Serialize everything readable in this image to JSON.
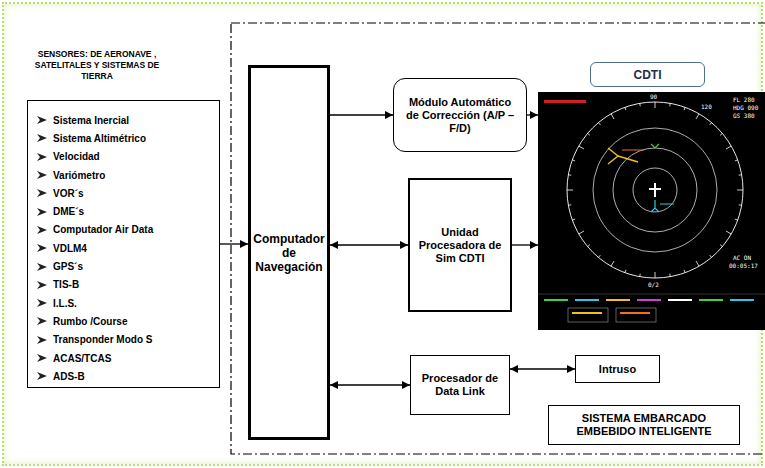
{
  "diagram": {
    "nodes": [
      {
        "text": [
          "SENSORES: DE AERONAVE , SATELITALES Y SISTEMAS DE TIERRA",
          "Sistema Inercial",
          "Sistema Altimétrico",
          "Velocidad",
          "Variómetro",
          "VOR´s",
          "DME´s",
          "Computador Air Data",
          "VDLM4",
          "GPS´s",
          "TIS-B",
          "I.L.S.",
          "Rumbo /Course",
          "Transponder Modo S",
          "ACAS/TCAS",
          "ADS-B"
        ]
      },
      {
        "text": [
          "SISTEMA EMBARCADO EMBEBIDO INTELIGENTE"
        ]
      },
      {
        "text": [
          "Computador de Navegación"
        ],
        "in": 1
      },
      {
        "text": [
          "Módulo Automático de Corrección (A/P – F/D)"
        ],
        "in": 1
      },
      {
        "text": [
          "Unidad Procesadora de Sim CDTI"
        ],
        "in": 1
      },
      {
        "text": [
          "CDTI"
        ],
        "in": 1
      },
      {
        "text": [
          "Procesador de Data Link"
        ],
        "in": 1
      },
      {
        "text": [
          "Intruso"
        ],
        "in": 1
      }
    ],
    "edges": [
      {
        "from": 0,
        "to": 2,
        "arrow": "to"
      },
      {
        "from": 2,
        "to": 3,
        "arrow": "to"
      },
      {
        "from": 2,
        "to": 4,
        "arrow": "both"
      },
      {
        "from": 3,
        "to": 5,
        "arrow": "to"
      },
      {
        "from": 4,
        "to": 5,
        "arrow": "to"
      },
      {
        "from": 2,
        "to": 6,
        "arrow": "both"
      },
      {
        "from": 6,
        "to": 7,
        "arrow": "both"
      }
    ],
    "labels": [
      "90",
      "120",
      "0/2",
      "FL 280",
      "HDG 090",
      "GS 380",
      "AC ON",
      "00:05:17"
    ]
  }
}
